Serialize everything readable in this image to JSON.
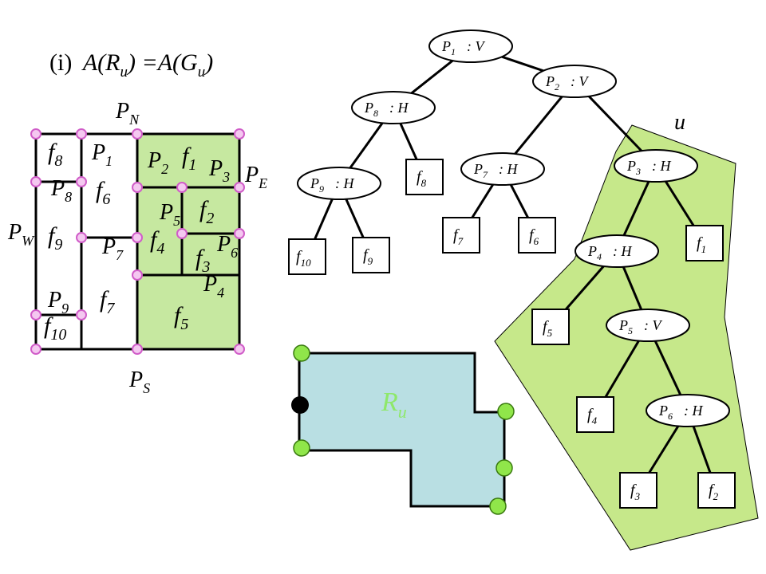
{
  "heading": {
    "prefix": "(i)",
    "rest": "A(R",
    "sub1": "u",
    "mid": ") =A(G",
    "sub2": "u",
    "end": ")"
  },
  "floorplan": {
    "north": {
      "base": "P",
      "sub": "N"
    },
    "south": {
      "base": "P",
      "sub": "S"
    },
    "west": {
      "base": "P",
      "sub": "W"
    },
    "east": {
      "base": "P",
      "sub": "E"
    },
    "rooms": [
      {
        "id": "f8",
        "base": "f",
        "sub": "8"
      },
      {
        "id": "f9",
        "base": "f",
        "sub": "9"
      },
      {
        "id": "f10",
        "base": "f",
        "sub": "10"
      },
      {
        "id": "f6",
        "base": "f",
        "sub": "6"
      },
      {
        "id": "f7",
        "base": "f",
        "sub": "7"
      },
      {
        "id": "f1",
        "base": "f",
        "sub": "1"
      },
      {
        "id": "f2",
        "base": "f",
        "sub": "2"
      },
      {
        "id": "f3",
        "base": "f",
        "sub": "3"
      },
      {
        "id": "f4",
        "base": "f",
        "sub": "4"
      },
      {
        "id": "f5",
        "base": "f",
        "sub": "5"
      }
    ],
    "points": [
      {
        "id": "P1",
        "base": "P",
        "sub": "1"
      },
      {
        "id": "P2",
        "base": "P",
        "sub": "2"
      },
      {
        "id": "P3",
        "base": "P",
        "sub": "3"
      },
      {
        "id": "P4",
        "base": "P",
        "sub": "4"
      },
      {
        "id": "P5",
        "base": "P",
        "sub": "5"
      },
      {
        "id": "P6",
        "base": "P",
        "sub": "6"
      },
      {
        "id": "P7",
        "base": "P",
        "sub": "7"
      },
      {
        "id": "P8",
        "base": "P",
        "sub": "8"
      },
      {
        "id": "P9",
        "base": "P",
        "sub": "9"
      }
    ],
    "colors": {
      "highlight": "#c6e8a0",
      "vertex": "#f4c8f0",
      "vertex_stroke": "#d05cc8"
    }
  },
  "tree": {
    "nodes": [
      {
        "id": "n1",
        "base": "P",
        "sub": "1",
        "type": "V"
      },
      {
        "id": "n2",
        "base": "P",
        "sub": "2",
        "type": "V"
      },
      {
        "id": "n8",
        "base": "P",
        "sub": "8",
        "type": "H"
      },
      {
        "id": "n9",
        "base": "P",
        "sub": "9",
        "type": "H"
      },
      {
        "id": "n7",
        "base": "P",
        "sub": "7",
        "type": "H"
      },
      {
        "id": "n3",
        "base": "P",
        "sub": "3",
        "type": "H"
      },
      {
        "id": "n4",
        "base": "P",
        "sub": "4",
        "type": "H"
      },
      {
        "id": "n5",
        "base": "P",
        "sub": "5",
        "type": "V"
      },
      {
        "id": "n6",
        "base": "P",
        "sub": "6",
        "type": "H"
      }
    ],
    "leaves": [
      {
        "id": "l10",
        "base": "f",
        "sub": "10"
      },
      {
        "id": "l9",
        "base": "f",
        "sub": "9"
      },
      {
        "id": "l8",
        "base": "f",
        "sub": "8"
      },
      {
        "id": "l7",
        "base": "f",
        "sub": "7"
      },
      {
        "id": "l6",
        "base": "f",
        "sub": "6"
      },
      {
        "id": "l1",
        "base": "f",
        "sub": "1"
      },
      {
        "id": "l5",
        "base": "f",
        "sub": "5"
      },
      {
        "id": "l4",
        "base": "f",
        "sub": "4"
      },
      {
        "id": "l3",
        "base": "f",
        "sub": "3"
      },
      {
        "id": "l2",
        "base": "f",
        "sub": "2"
      }
    ],
    "edges": [
      [
        "n1",
        "n8"
      ],
      [
        "n1",
        "n2"
      ],
      [
        "n8",
        "n9"
      ],
      [
        "n8",
        "l8"
      ],
      [
        "n9",
        "l10"
      ],
      [
        "n9",
        "l9"
      ],
      [
        "n2",
        "n7"
      ],
      [
        "n2",
        "n3"
      ],
      [
        "n7",
        "l7"
      ],
      [
        "n7",
        "l6"
      ],
      [
        "n3",
        "n4"
      ],
      [
        "n3",
        "l1"
      ],
      [
        "n4",
        "l5"
      ],
      [
        "n4",
        "n5"
      ],
      [
        "n5",
        "l4"
      ],
      [
        "n5",
        "n6"
      ],
      [
        "n6",
        "l3"
      ],
      [
        "n6",
        "l2"
      ]
    ],
    "subtree_label": "u",
    "colors": {
      "subtree_fill": "#c6e88a"
    }
  },
  "region": {
    "label_base": "R",
    "label_sub": "u",
    "colors": {
      "fill": "#b9dfe3",
      "label": "#8ee86a",
      "point": "#90e64a",
      "selected_point": "#000000"
    }
  }
}
